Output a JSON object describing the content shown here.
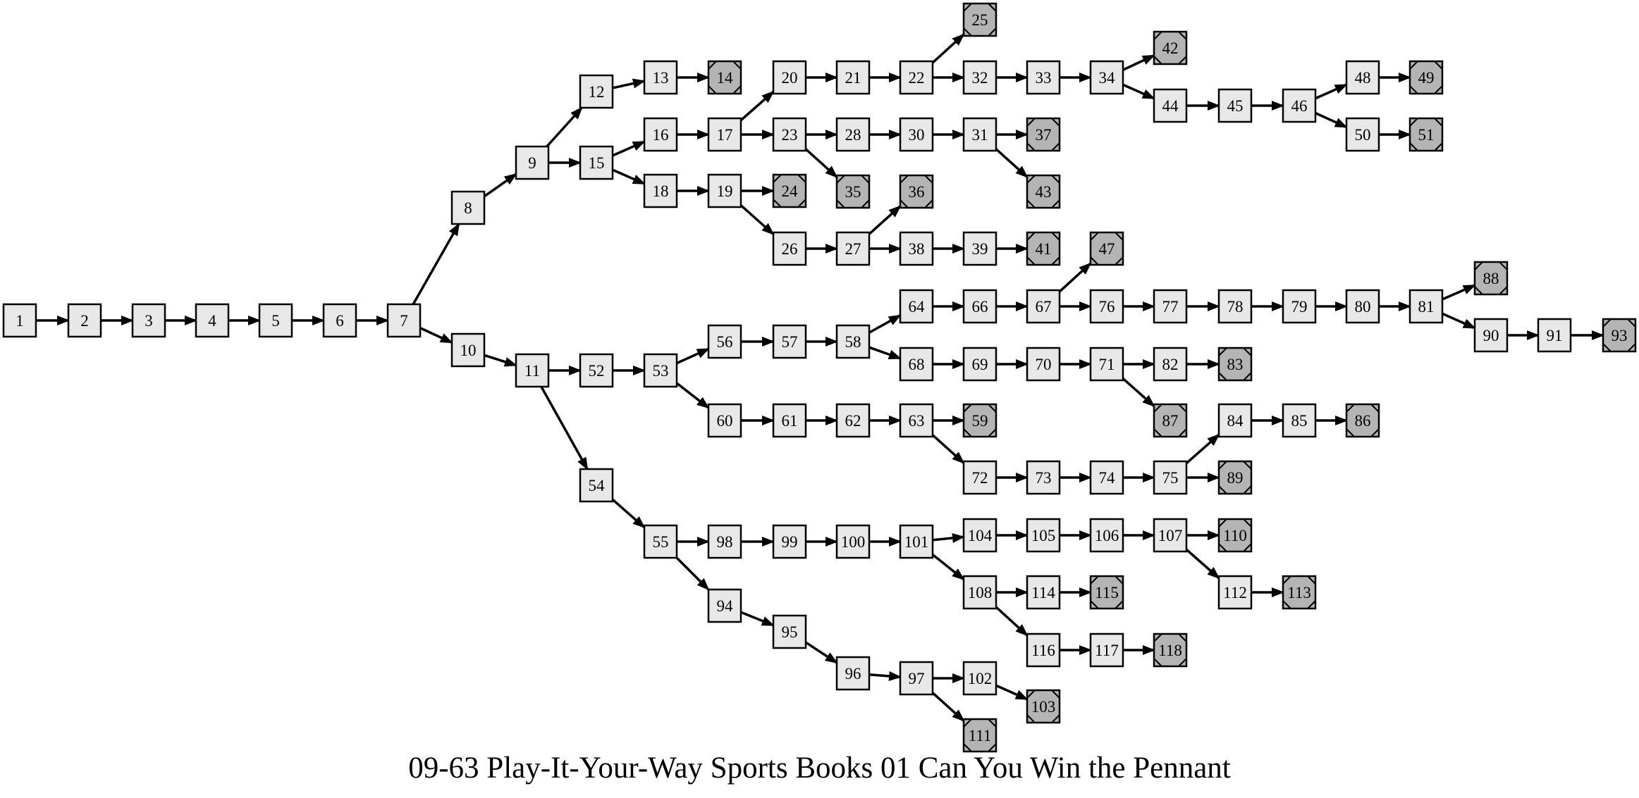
{
  "title": "09-63 Play-It-Your-Way Sports Books 01 Can You Win the Pennant",
  "nodes": [
    {
      "id": "1",
      "end": false
    },
    {
      "id": "2",
      "end": false
    },
    {
      "id": "3",
      "end": false
    },
    {
      "id": "4",
      "end": false
    },
    {
      "id": "5",
      "end": false
    },
    {
      "id": "6",
      "end": false
    },
    {
      "id": "7",
      "end": false
    },
    {
      "id": "8",
      "end": false
    },
    {
      "id": "9",
      "end": false
    },
    {
      "id": "10",
      "end": false
    },
    {
      "id": "11",
      "end": false
    },
    {
      "id": "12",
      "end": false
    },
    {
      "id": "13",
      "end": false
    },
    {
      "id": "14",
      "end": true
    },
    {
      "id": "15",
      "end": false
    },
    {
      "id": "16",
      "end": false
    },
    {
      "id": "17",
      "end": false
    },
    {
      "id": "18",
      "end": false
    },
    {
      "id": "19",
      "end": false
    },
    {
      "id": "20",
      "end": false
    },
    {
      "id": "21",
      "end": false
    },
    {
      "id": "22",
      "end": false
    },
    {
      "id": "23",
      "end": false
    },
    {
      "id": "24",
      "end": true
    },
    {
      "id": "25",
      "end": true
    },
    {
      "id": "26",
      "end": false
    },
    {
      "id": "27",
      "end": false
    },
    {
      "id": "28",
      "end": false
    },
    {
      "id": "30",
      "end": false
    },
    {
      "id": "31",
      "end": false
    },
    {
      "id": "32",
      "end": false
    },
    {
      "id": "33",
      "end": false
    },
    {
      "id": "34",
      "end": false
    },
    {
      "id": "35",
      "end": true
    },
    {
      "id": "36",
      "end": true
    },
    {
      "id": "37",
      "end": true
    },
    {
      "id": "38",
      "end": false
    },
    {
      "id": "39",
      "end": false
    },
    {
      "id": "41",
      "end": true
    },
    {
      "id": "42",
      "end": true
    },
    {
      "id": "43",
      "end": true
    },
    {
      "id": "44",
      "end": false
    },
    {
      "id": "45",
      "end": false
    },
    {
      "id": "46",
      "end": false
    },
    {
      "id": "47",
      "end": true
    },
    {
      "id": "48",
      "end": false
    },
    {
      "id": "49",
      "end": true
    },
    {
      "id": "50",
      "end": false
    },
    {
      "id": "51",
      "end": true
    },
    {
      "id": "52",
      "end": false
    },
    {
      "id": "53",
      "end": false
    },
    {
      "id": "54",
      "end": false
    },
    {
      "id": "55",
      "end": false
    },
    {
      "id": "56",
      "end": false
    },
    {
      "id": "57",
      "end": false
    },
    {
      "id": "58",
      "end": false
    },
    {
      "id": "59",
      "end": true
    },
    {
      "id": "60",
      "end": false
    },
    {
      "id": "61",
      "end": false
    },
    {
      "id": "62",
      "end": false
    },
    {
      "id": "63",
      "end": false
    },
    {
      "id": "64",
      "end": false
    },
    {
      "id": "66",
      "end": false
    },
    {
      "id": "67",
      "end": false
    },
    {
      "id": "68",
      "end": false
    },
    {
      "id": "69",
      "end": false
    },
    {
      "id": "70",
      "end": false
    },
    {
      "id": "71",
      "end": false
    },
    {
      "id": "72",
      "end": false
    },
    {
      "id": "73",
      "end": false
    },
    {
      "id": "74",
      "end": false
    },
    {
      "id": "75",
      "end": false
    },
    {
      "id": "76",
      "end": false
    },
    {
      "id": "77",
      "end": false
    },
    {
      "id": "78",
      "end": false
    },
    {
      "id": "79",
      "end": false
    },
    {
      "id": "80",
      "end": false
    },
    {
      "id": "81",
      "end": false
    },
    {
      "id": "82",
      "end": false
    },
    {
      "id": "83",
      "end": true
    },
    {
      "id": "84",
      "end": false
    },
    {
      "id": "85",
      "end": false
    },
    {
      "id": "86",
      "end": true
    },
    {
      "id": "87",
      "end": true
    },
    {
      "id": "88",
      "end": true
    },
    {
      "id": "89",
      "end": true
    },
    {
      "id": "90",
      "end": false
    },
    {
      "id": "91",
      "end": false
    },
    {
      "id": "93",
      "end": true
    },
    {
      "id": "94",
      "end": false
    },
    {
      "id": "95",
      "end": false
    },
    {
      "id": "96",
      "end": false
    },
    {
      "id": "97",
      "end": false
    },
    {
      "id": "98",
      "end": false
    },
    {
      "id": "99",
      "end": false
    },
    {
      "id": "100",
      "end": false
    },
    {
      "id": "101",
      "end": false
    },
    {
      "id": "102",
      "end": false
    },
    {
      "id": "103",
      "end": true
    },
    {
      "id": "104",
      "end": false
    },
    {
      "id": "105",
      "end": false
    },
    {
      "id": "106",
      "end": false
    },
    {
      "id": "107",
      "end": false
    },
    {
      "id": "108",
      "end": false
    },
    {
      "id": "110",
      "end": true
    },
    {
      "id": "111",
      "end": true
    },
    {
      "id": "112",
      "end": false
    },
    {
      "id": "113",
      "end": true
    },
    {
      "id": "114",
      "end": false
    },
    {
      "id": "115",
      "end": true
    },
    {
      "id": "116",
      "end": false
    },
    {
      "id": "117",
      "end": false
    },
    {
      "id": "118",
      "end": true
    }
  ],
  "edges": [
    [
      "1",
      "2"
    ],
    [
      "2",
      "3"
    ],
    [
      "3",
      "4"
    ],
    [
      "4",
      "5"
    ],
    [
      "5",
      "6"
    ],
    [
      "6",
      "7"
    ],
    [
      "7",
      "8"
    ],
    [
      "7",
      "10"
    ],
    [
      "8",
      "9"
    ],
    [
      "9",
      "12"
    ],
    [
      "9",
      "15"
    ],
    [
      "12",
      "13"
    ],
    [
      "13",
      "14"
    ],
    [
      "15",
      "16"
    ],
    [
      "15",
      "18"
    ],
    [
      "16",
      "17"
    ],
    [
      "17",
      "20"
    ],
    [
      "17",
      "23"
    ],
    [
      "20",
      "21"
    ],
    [
      "21",
      "22"
    ],
    [
      "22",
      "25"
    ],
    [
      "22",
      "32"
    ],
    [
      "32",
      "33"
    ],
    [
      "33",
      "34"
    ],
    [
      "34",
      "42"
    ],
    [
      "34",
      "44"
    ],
    [
      "44",
      "45"
    ],
    [
      "45",
      "46"
    ],
    [
      "46",
      "48"
    ],
    [
      "46",
      "50"
    ],
    [
      "48",
      "49"
    ],
    [
      "50",
      "51"
    ],
    [
      "23",
      "28"
    ],
    [
      "23",
      "35"
    ],
    [
      "28",
      "30"
    ],
    [
      "30",
      "31"
    ],
    [
      "31",
      "37"
    ],
    [
      "31",
      "43"
    ],
    [
      "18",
      "19"
    ],
    [
      "19",
      "24"
    ],
    [
      "19",
      "26"
    ],
    [
      "26",
      "27"
    ],
    [
      "27",
      "36"
    ],
    [
      "27",
      "38"
    ],
    [
      "38",
      "39"
    ],
    [
      "39",
      "41"
    ],
    [
      "10",
      "11"
    ],
    [
      "11",
      "52"
    ],
    [
      "11",
      "54"
    ],
    [
      "52",
      "53"
    ],
    [
      "53",
      "56"
    ],
    [
      "53",
      "60"
    ],
    [
      "56",
      "57"
    ],
    [
      "57",
      "58"
    ],
    [
      "58",
      "64"
    ],
    [
      "58",
      "68"
    ],
    [
      "64",
      "66"
    ],
    [
      "66",
      "67"
    ],
    [
      "67",
      "47"
    ],
    [
      "67",
      "76"
    ],
    [
      "76",
      "77"
    ],
    [
      "77",
      "78"
    ],
    [
      "78",
      "79"
    ],
    [
      "79",
      "80"
    ],
    [
      "80",
      "81"
    ],
    [
      "81",
      "88"
    ],
    [
      "81",
      "90"
    ],
    [
      "90",
      "91"
    ],
    [
      "91",
      "93"
    ],
    [
      "68",
      "69"
    ],
    [
      "69",
      "70"
    ],
    [
      "70",
      "71"
    ],
    [
      "71",
      "82"
    ],
    [
      "71",
      "87"
    ],
    [
      "82",
      "83"
    ],
    [
      "60",
      "61"
    ],
    [
      "61",
      "62"
    ],
    [
      "62",
      "63"
    ],
    [
      "63",
      "59"
    ],
    [
      "63",
      "72"
    ],
    [
      "72",
      "73"
    ],
    [
      "73",
      "74"
    ],
    [
      "74",
      "75"
    ],
    [
      "75",
      "84"
    ],
    [
      "75",
      "89"
    ],
    [
      "84",
      "85"
    ],
    [
      "85",
      "86"
    ],
    [
      "54",
      "55"
    ],
    [
      "55",
      "98"
    ],
    [
      "55",
      "94"
    ],
    [
      "98",
      "99"
    ],
    [
      "99",
      "100"
    ],
    [
      "100",
      "101"
    ],
    [
      "101",
      "104"
    ],
    [
      "101",
      "108"
    ],
    [
      "104",
      "105"
    ],
    [
      "105",
      "106"
    ],
    [
      "106",
      "107"
    ],
    [
      "107",
      "110"
    ],
    [
      "107",
      "112"
    ],
    [
      "112",
      "113"
    ],
    [
      "108",
      "114"
    ],
    [
      "108",
      "116"
    ],
    [
      "114",
      "115"
    ],
    [
      "116",
      "117"
    ],
    [
      "117",
      "118"
    ],
    [
      "94",
      "95"
    ],
    [
      "95",
      "96"
    ],
    [
      "96",
      "97"
    ],
    [
      "97",
      "102"
    ],
    [
      "97",
      "111"
    ],
    [
      "102",
      "103"
    ]
  ]
}
